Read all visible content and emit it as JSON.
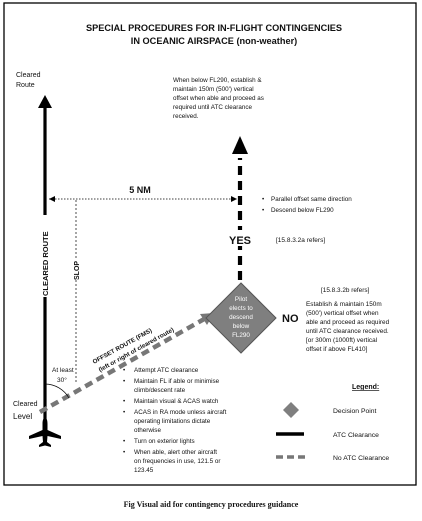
{
  "title": {
    "line1": "SPECIAL PROCEDURES FOR IN-FLIGHT CONTINGENCIES",
    "line2": "IN OCEANIC AIRSPACE (non-weather)"
  },
  "cleared_route_top_label": [
    "Cleared",
    "Route"
  ],
  "cleared_level_label": [
    "Cleared",
    "Level"
  ],
  "cleared_route_vertical": "CLEARED ROUTE",
  "slop_label": "SLOP",
  "five_nm_label": "5 NM",
  "offset_route_label": [
    "OFFSET ROUTE (FMS)",
    "(left or right of cleared route)"
  ],
  "at_least_label": [
    "At least",
    "30°"
  ],
  "top_note": [
    "When below FL290, establish &",
    "maintain 150m (500') vertical",
    "offset when able and proceed as",
    "required until ATC clearance",
    "received."
  ],
  "parallel_notes": [
    "Parallel offset same direction",
    "Descend below FL290"
  ],
  "yes_label": "YES",
  "ref_yes": "[15.8.3.2a refers]",
  "ref_no": "[15.8.3.2b refers]",
  "no_label": "NO",
  "decision_text": [
    "Pilot",
    "elects to",
    "descend",
    "below",
    "FL290"
  ],
  "no_note": [
    "Establish & maintain 150m",
    "(500') vertical offset when",
    "able and proceed as required",
    "until ATC clearance received.",
    "[or 300m (1000ft) vertical",
    "offset if above FL410]"
  ],
  "actions": [
    [
      "Attempt ATC clearance"
    ],
    [
      "Maintain FL if able or minimise",
      "climb/descent rate"
    ],
    [
      "Maintain visual & ACAS watch"
    ],
    [
      "ACAS in RA mode unless aircraft",
      "operating limitations dictate",
      "otherwise"
    ],
    [
      "Turn on exterior lights"
    ],
    [
      "When able, alert other aircraft",
      "on frequencies in use, 121.5 or",
      "123.45"
    ]
  ],
  "legend": {
    "title": "Legend:",
    "items": [
      {
        "label": "Decision Point",
        "symbol": "diamond"
      },
      {
        "label": "ATC Clearance",
        "symbol": "solid-line"
      },
      {
        "label": "No ATC Clearance",
        "symbol": "dashed-line"
      }
    ]
  },
  "caption": "Fig  Visual aid for contingency procedures guidance",
  "colors": {
    "diamond_fill": "#7f7f7f",
    "dashed_line": "#777777",
    "solid_line": "#000000"
  },
  "icons": [
    "aircraft-icon",
    "up-arrow-icon"
  ]
}
